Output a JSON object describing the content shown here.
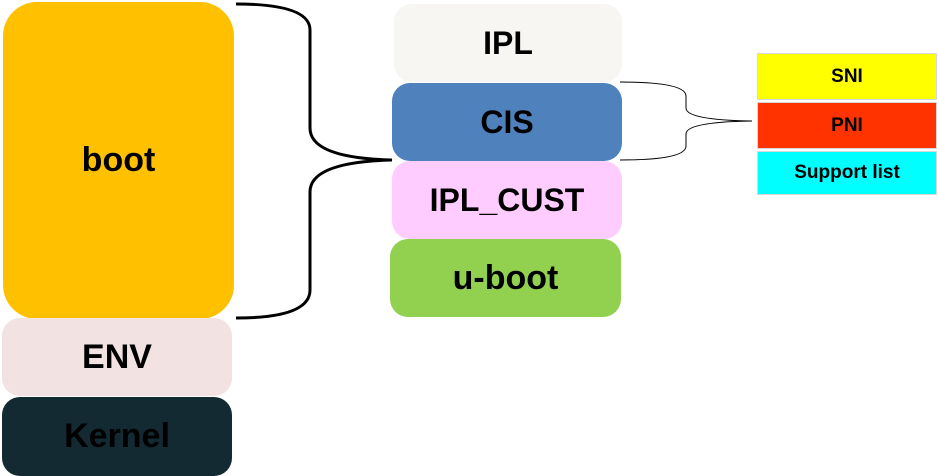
{
  "memory_layout": {
    "boot": {
      "label": "boot",
      "color": "#FFC000"
    },
    "env": {
      "label": "ENV",
      "color": "#F2E2E1"
    },
    "kernel": {
      "label": "Kernel",
      "color": "#132A33"
    }
  },
  "boot_parts": {
    "ipl": {
      "label": "IPL",
      "color": "#F7F6F2"
    },
    "cis": {
      "label": "CIS",
      "color": "#4F81BD"
    },
    "ipl_cust": {
      "label": "IPL_CUST",
      "color": "#FFCCFF"
    },
    "u_boot": {
      "label": "u-boot",
      "color": "#92D050"
    }
  },
  "cis_parts": {
    "sni": {
      "label": "SNI",
      "color": "#FFFF00"
    },
    "pni": {
      "label": "PNI",
      "color": "#FF3300"
    },
    "support_list": {
      "label": "Support list",
      "color": "#00FFFF"
    }
  }
}
